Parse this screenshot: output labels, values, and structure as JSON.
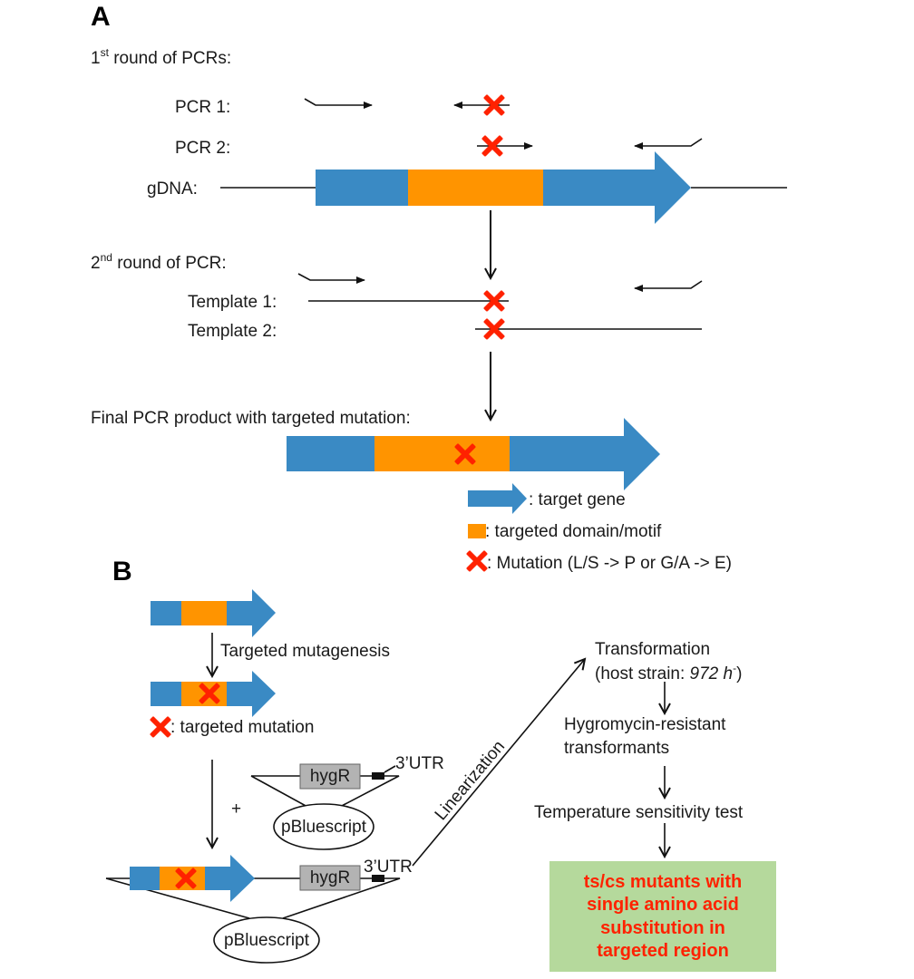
{
  "colors": {
    "gene_blue": "#3a8ac4",
    "domain_orange": "#ff9400",
    "mutation_red": "#ff2200",
    "marker_gray": "#b3b3b3",
    "result_green": "#b5d99c",
    "result_text": "#ff2200"
  },
  "panel_a": {
    "label": "A",
    "first_round": {
      "prefix": "1",
      "superscript": "st",
      "text": " round of PCRs:"
    },
    "pcr1_label": "PCR 1:",
    "pcr2_label": "PCR 2:",
    "gdna_label": "gDNA:",
    "second_round": {
      "prefix": "2",
      "superscript": "nd",
      "text": " round of PCR:"
    },
    "template1_label": "Template 1:",
    "template2_label": "Template 2:",
    "final_label": "Final PCR product with targeted mutation:",
    "legend": {
      "target_gene": ": target gene",
      "targeted_domain": ": targeted domain/motif",
      "mutation": ": Mutation (L/S -> P or G/A -> E)"
    }
  },
  "panel_b": {
    "label": "B",
    "mutagenesis_label": "Targeted mutagenesis",
    "targeted_mutation_legend": ": targeted mutation",
    "plus": "+",
    "hygr_label": "hygR",
    "utr_label": "3’UTR",
    "plasmid_label": "pBluescript",
    "linearization_label": "Linearization",
    "transformation": "Transformation",
    "host_strain_prefix": "(host strain: ",
    "host_strain_name": "972 h",
    "host_strain_sup": "-",
    "host_strain_suffix": ")",
    "hygromycin_line1": "Hygromycin-resistant",
    "hygromycin_line2": "transformants",
    "ts_test": "Temperature sensitivity test",
    "result_lines": [
      "ts/cs mutants with",
      "single amino acid",
      "substitution in",
      "targeted region"
    ]
  }
}
